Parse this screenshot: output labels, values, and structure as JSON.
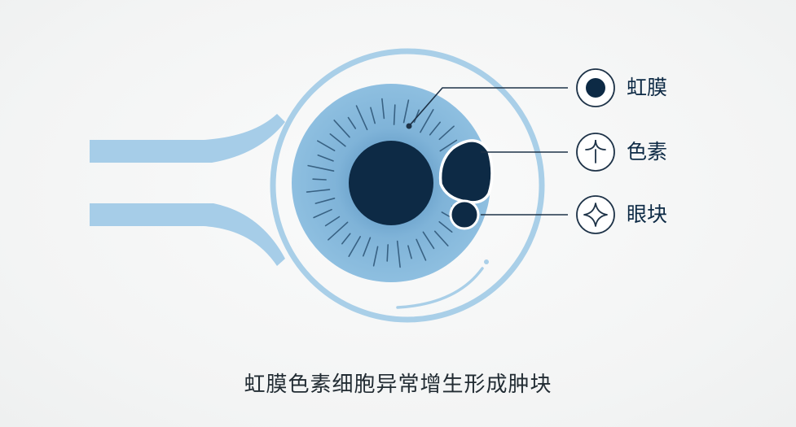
{
  "legend": {
    "items": [
      {
        "label": "虹膜",
        "icon": "iris-dot-icon"
      },
      {
        "label": "色素",
        "icon": "pigment-drop-icon"
      },
      {
        "label": "眼块",
        "icon": "sparkle-star-icon"
      }
    ]
  },
  "caption": "虹膜色素细胞异常增生形成肿块",
  "colors": {
    "iris": "#7fb3d8",
    "iris_light": "#9ec6e3",
    "outline": "#a9cfe8",
    "dark": "#0d2a45",
    "leader": "#1e3348"
  }
}
